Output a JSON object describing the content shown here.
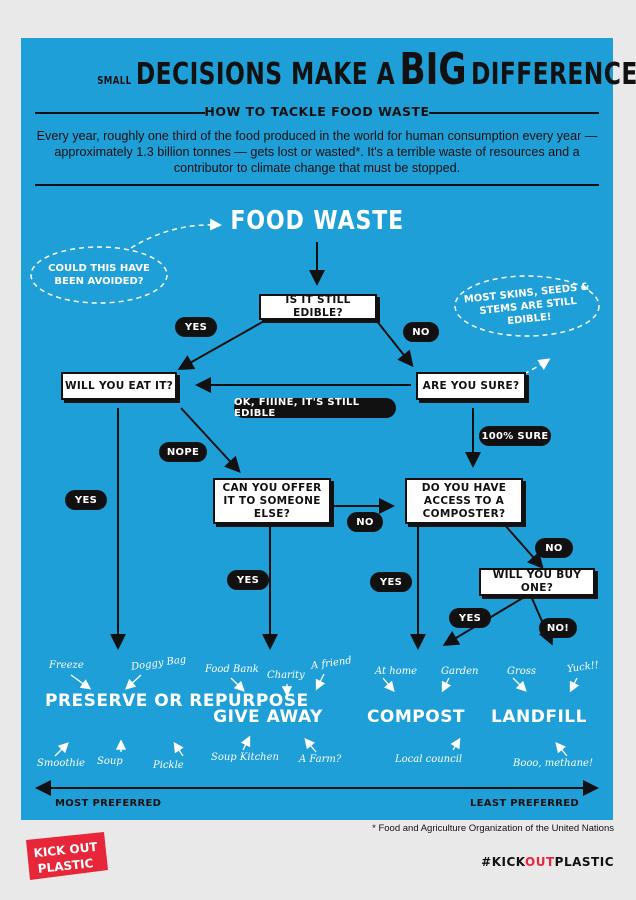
{
  "header": {
    "title_small": "SMALL",
    "title_main": "DECISIONS MAKE A",
    "title_big": "BIG",
    "title_end": "DIFFERENCE",
    "subtitle": "HOW TO TACKLE FOOD WASTE",
    "intro": "Every year, roughly one third of the food produced in the world for human consumption every year — approximately 1.3 billion tonnes — gets lost or wasted*. It's a terrible waste of resources and a contributor to climate change that must be stopped."
  },
  "flow": {
    "start": "FOOD WASTE",
    "cloud_left": "COULD THIS HAVE BEEN AVOIDED?",
    "cloud_right": "MOST SKINS, SEEDS & STEMS ARE STILL EDIBLE!",
    "q_edible": "IS IT STILL EDIBLE?",
    "q_eat": "WILL YOU EAT IT?",
    "q_sure": "ARE YOU SURE?",
    "q_offer": "CAN YOU OFFER IT TO SOMEONE ELSE?",
    "q_composter": "DO YOU HAVE ACCESS TO A COMPOSTER?",
    "q_buy": "WILL YOU BUY ONE?",
    "labels": {
      "yes_edible": "YES",
      "no_edible": "NO",
      "ok_fine": "OK, FIIINE, IT'S STILL EDIBLE",
      "sure_100": "100% SURE",
      "nope": "NOPE",
      "yes_eat": "YES",
      "no_offer": "NO",
      "no_composter": "NO",
      "yes_offer": "YES",
      "yes_composter": "YES",
      "yes_buy": "YES",
      "no_buy": "NO!"
    }
  },
  "outcomes": {
    "preserve": "PRESERVE OR REPURPOSE",
    "give": "GIVE AWAY",
    "compost": "COMPOST",
    "landfill": "LANDFILL"
  },
  "notes": {
    "freeze": "Freeze",
    "doggy": "Doggy Bag",
    "smoothie": "Smoothie",
    "soup": "Soup",
    "pickle": "Pickle",
    "foodbank": "Food Bank",
    "charity": "Charity",
    "friend": "A friend",
    "soupkitchen": "Soup Kitchen",
    "farm": "A Farm?",
    "athome": "At home",
    "garden": "Garden",
    "local": "Local council",
    "gross": "Gross",
    "yuck": "Yuck!!",
    "methane": "Booo, methane!"
  },
  "scale": {
    "most": "MOST PREFERRED",
    "least": "LEAST PREFERRED"
  },
  "footer": {
    "footnote": "* Food and Agriculture Organization of the United Nations",
    "hashtag_1": "#KICK",
    "hashtag_2": "OUT",
    "hashtag_3": "PLASTIC",
    "logo_1": "KICK OUT",
    "logo_2": "PLASTIC"
  },
  "colors": {
    "panel": "#1f9fd8",
    "background": "#e9e9e9",
    "accent_red": "#e8263a"
  }
}
